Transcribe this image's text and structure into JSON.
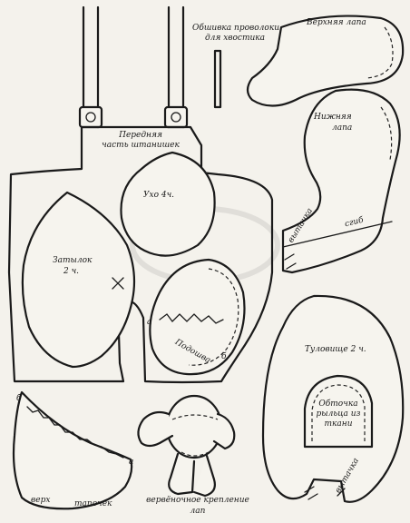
{
  "labels": {
    "wire_1": "Обшивка проволоки",
    "wire_2": "для хвостика",
    "upper_paw": "Верхняя лапа",
    "lower_paw_1": "Нижняя",
    "lower_paw_2": "лапа",
    "bend": "сгиб",
    "stitch_1": "вытачка",
    "front_1": "Передняя",
    "front_2": "часть штанишек",
    "ear": "Ухо 4ч.",
    "nape_1": "Затылок",
    "nape_2": "2 ч.",
    "sole": "Подошва",
    "mark_a": "а",
    "mark_b": "б",
    "torso": "Туловище 2 ч.",
    "beak_1": "Обточка",
    "beak_2": "рыльца из",
    "beak_3": "ткани",
    "stitch_2": "вытачка",
    "slipper_top": "верх",
    "slipper": "тапочек",
    "joint_1": "вервёночное крепление",
    "joint_2": "лап",
    "mark_b2": "б",
    "mark_a2": "а"
  }
}
